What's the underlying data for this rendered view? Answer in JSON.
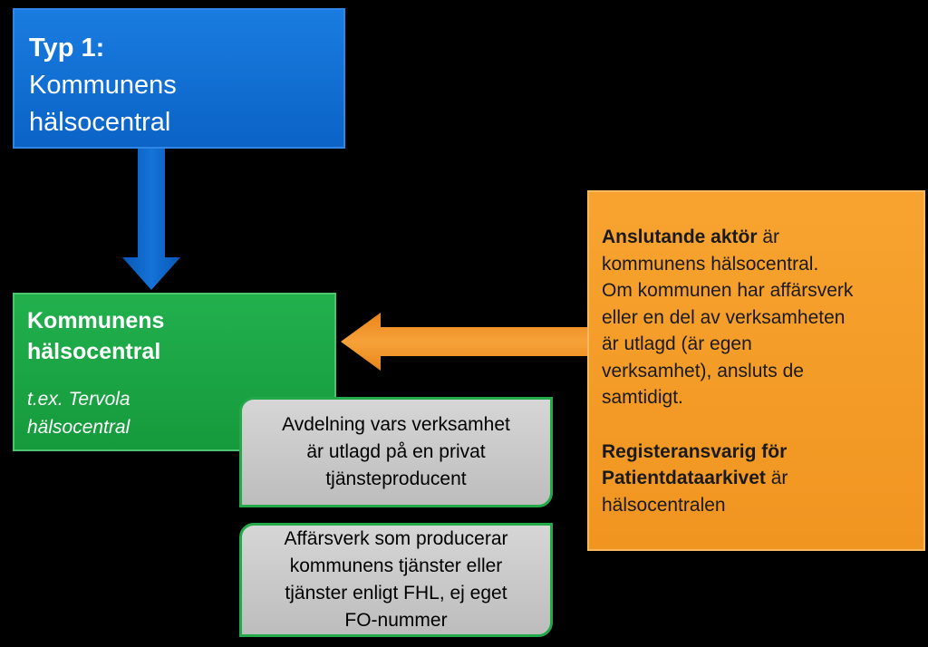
{
  "type_box": {
    "title": "Typ 1:",
    "line1": "Kommunens",
    "line2": "hälsocentral"
  },
  "health_center": {
    "title_line1": "Kommunens",
    "title_line2": "hälsocentral",
    "example_line1": "t.ex. Tervola",
    "example_line2": "hälsocentral"
  },
  "department_box": {
    "line1": "Avdelning vars verksamhet",
    "line2": "är utlagd på en privat",
    "line3": "tjänsteproducent"
  },
  "enterprise_box": {
    "line1": "Affärsverk som producerar",
    "line2": "kommunens tjänster eller",
    "line3": "tjänster enligt FHL, ej eget",
    "line4": "FO-nummer"
  },
  "info_box": {
    "connecting_bold": "Anslutande aktör",
    "connecting_rest": " är",
    "line2": "kommunens hälsocentral.",
    "line3": "Om kommunen har affärsverk",
    "line4": "eller en del av verksamheten",
    "line5": "är utlagd (är egen",
    "line6": "verksamhet), ansluts de",
    "line7": "samtidigt.",
    "registrar_bold1": "Registeransvarig för",
    "registrar_bold2": "Patientdataarkivet",
    "registrar_rest": " är",
    "line_last": "hälsocentralen"
  },
  "colors": {
    "background": "#000000",
    "blue": "#0b63c6",
    "green": "#159a3c",
    "orange": "#f09520",
    "gray": "#c8c8c8",
    "arrow_blue": "#0f6ad0",
    "arrow_orange": "#f3972b"
  }
}
